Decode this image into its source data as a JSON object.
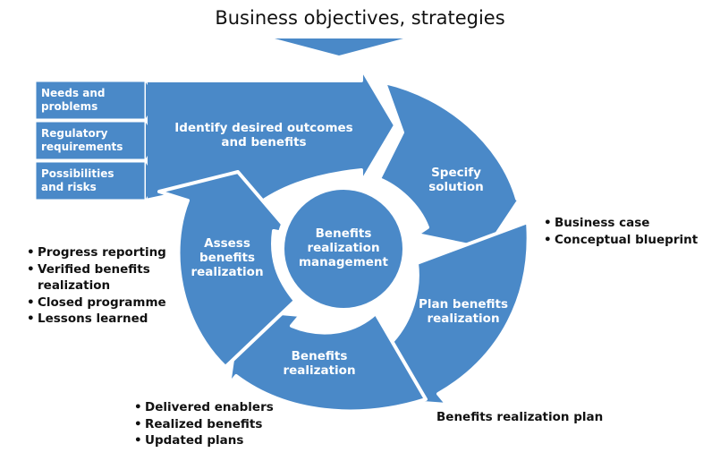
{
  "title": "Business objectives, strategies",
  "colors": {
    "segment_fill": "#4a89c8",
    "input_box_fill": "#4a89c8",
    "outline": "#ffffff",
    "text": "#111111"
  },
  "inputs": [
    {
      "label": "Needs and problems"
    },
    {
      "label": "Regulatory requirements"
    },
    {
      "label": "Possibilities and risks"
    }
  ],
  "center": {
    "label": "Benefits realization management"
  },
  "segments": {
    "identify": {
      "label": "Identify desired outcomes and benefits"
    },
    "specify": {
      "label": "Specify solution"
    },
    "plan": {
      "label": "Plan benefits realization"
    },
    "realize": {
      "label": "Benefits realization"
    },
    "assess": {
      "label": "Assess benefits realization"
    }
  },
  "outputs": {
    "specify": {
      "items": [
        "Business case",
        "Conceptual blueprint"
      ]
    },
    "plan": {
      "text": "Benefits realization plan"
    },
    "realize": {
      "items": [
        "Delivered enablers",
        "Realized benefits",
        "Updated plans"
      ]
    },
    "assess": {
      "items": [
        "Progress reporting",
        "Verified benefits realization",
        "Closed programme",
        "Lessons learned"
      ]
    }
  }
}
